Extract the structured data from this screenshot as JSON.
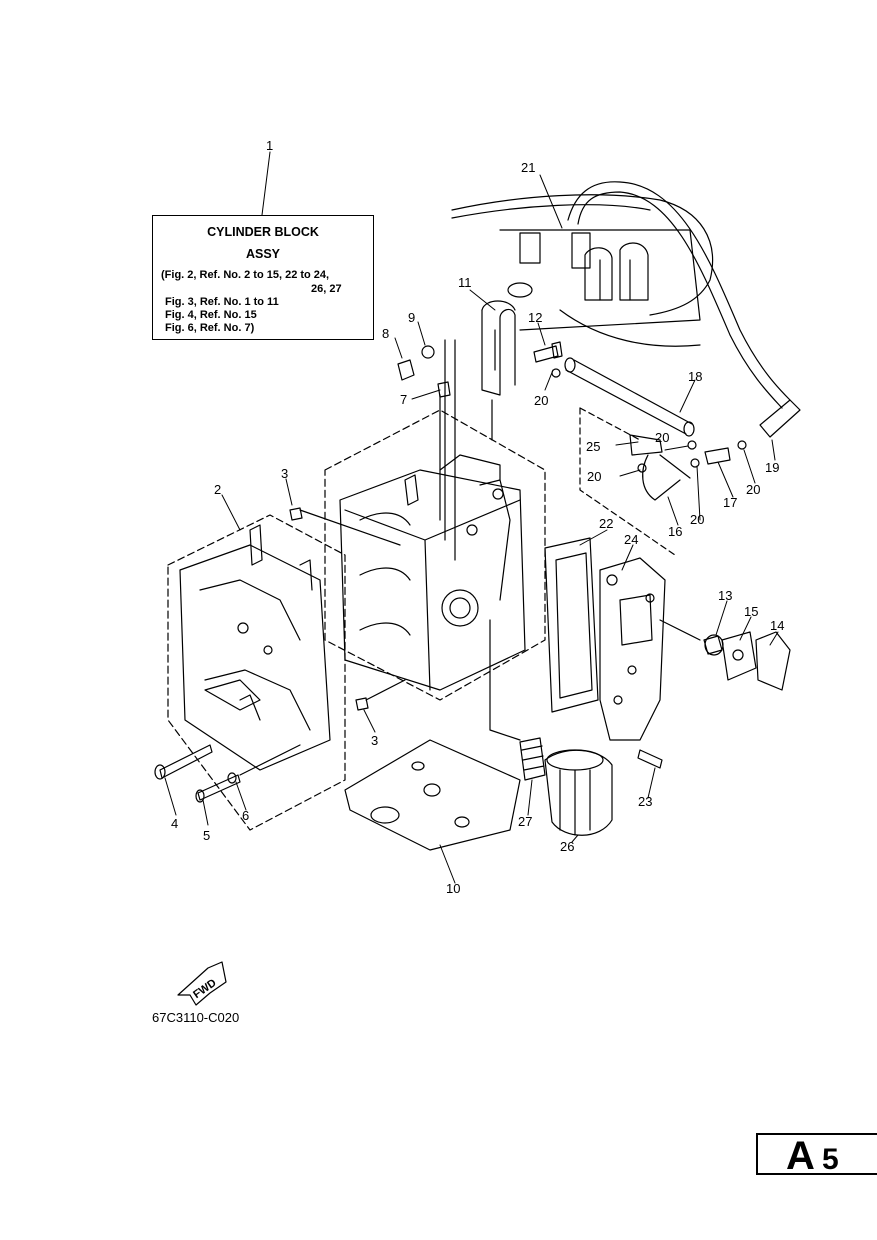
{
  "info_box": {
    "title": "CYLINDER BLOCK",
    "subtitle": "ASSY",
    "lines": [
      "(Fig. 2, Ref. No. 2 to 15, 22 to 24,",
      "26, 27",
      "Fig. 3, Ref. No. 1 to 11",
      "Fig. 4, Ref. No. 15",
      "Fig. 6, Ref. No. 7)"
    ]
  },
  "callouts": [
    "1",
    "2",
    "3",
    "3",
    "4",
    "5",
    "6",
    "7",
    "8",
    "9",
    "10",
    "11",
    "12",
    "13",
    "14",
    "15",
    "16",
    "17",
    "18",
    "19",
    "20",
    "20",
    "20",
    "20",
    "20",
    "21",
    "22",
    "23",
    "24",
    "25",
    "26",
    "27"
  ],
  "fwd_label": "FWD",
  "diagram_code": "67C3110-C020",
  "page_badge": {
    "letter": "A",
    "number": "5"
  }
}
